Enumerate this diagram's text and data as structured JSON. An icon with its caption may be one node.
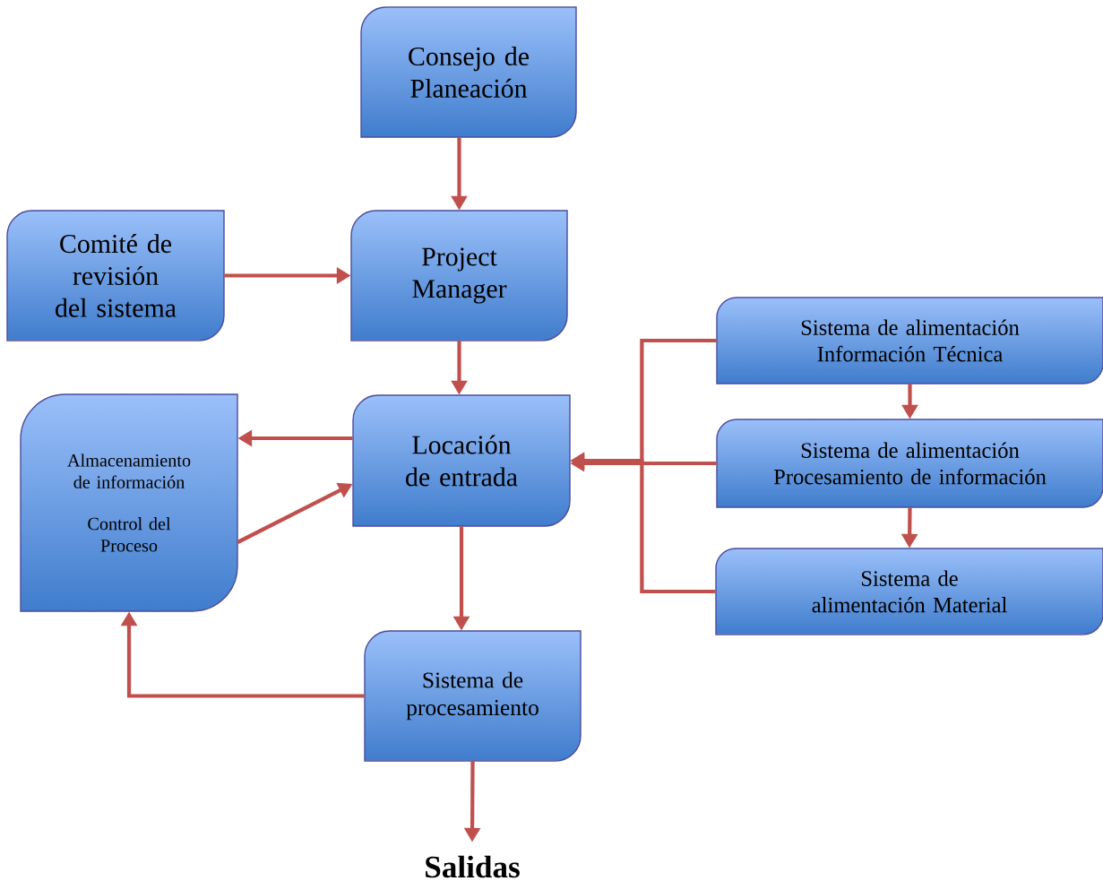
{
  "diagram": {
    "nodes": [
      {
        "text": [
          "Consejo de Planeación"
        ]
      },
      {
        "text": [
          "Comité de revisión del sistema"
        ]
      },
      {
        "text": [
          "Project Manager"
        ]
      },
      {
        "text": [
          "Almacenamiento de información",
          "Control del Proceso"
        ]
      },
      {
        "text": [
          "Locación de entrada"
        ]
      },
      {
        "text": [
          "Sistema de alimentación Información Técnica"
        ]
      },
      {
        "text": [
          "Sistema de alimentación Procesamiento de información"
        ]
      },
      {
        "text": [
          "Sistema de alimentación Material"
        ]
      },
      {
        "text": [
          "Sistema de procesamiento"
        ]
      },
      {
        "text": [
          "Salidas"
        ]
      }
    ],
    "edges": [
      {
        "from": 0,
        "to": 2,
        "arrow": "to"
      },
      {
        "from": 1,
        "to": 2,
        "arrow": "to"
      },
      {
        "from": 2,
        "to": 4,
        "arrow": "to"
      },
      {
        "from": 4,
        "to": 3,
        "arrow": "to"
      },
      {
        "from": 3,
        "to": 4,
        "arrow": "to"
      },
      {
        "from": 4,
        "to": 8,
        "arrow": "to"
      },
      {
        "from": 8,
        "to": 3,
        "arrow": "to"
      },
      {
        "from": 8,
        "to": 9,
        "arrow": "to"
      },
      {
        "from": 5,
        "to": 4,
        "arrow": "to"
      },
      {
        "from": 6,
        "to": 4,
        "arrow": "to"
      },
      {
        "from": 7,
        "to": 4,
        "arrow": "to"
      },
      {
        "from": 5,
        "to": 6,
        "arrow": "to"
      },
      {
        "from": 6,
        "to": 7,
        "arrow": "to"
      }
    ]
  }
}
